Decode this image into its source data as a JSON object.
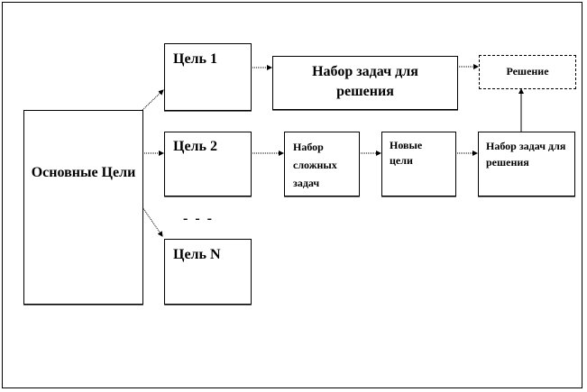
{
  "main_goals": "Основные Цели",
  "goals": [
    "Цель 1",
    "Цель 2",
    "Цель N"
  ],
  "ellipsis": "-  -  -",
  "row1": {
    "tasks": "Набор задач для решения",
    "solution": "Решение"
  },
  "row2": {
    "complex_tasks": "Набор сложных задач",
    "new_goals": "Новые цели",
    "tasks": "Набор задач для решения"
  }
}
